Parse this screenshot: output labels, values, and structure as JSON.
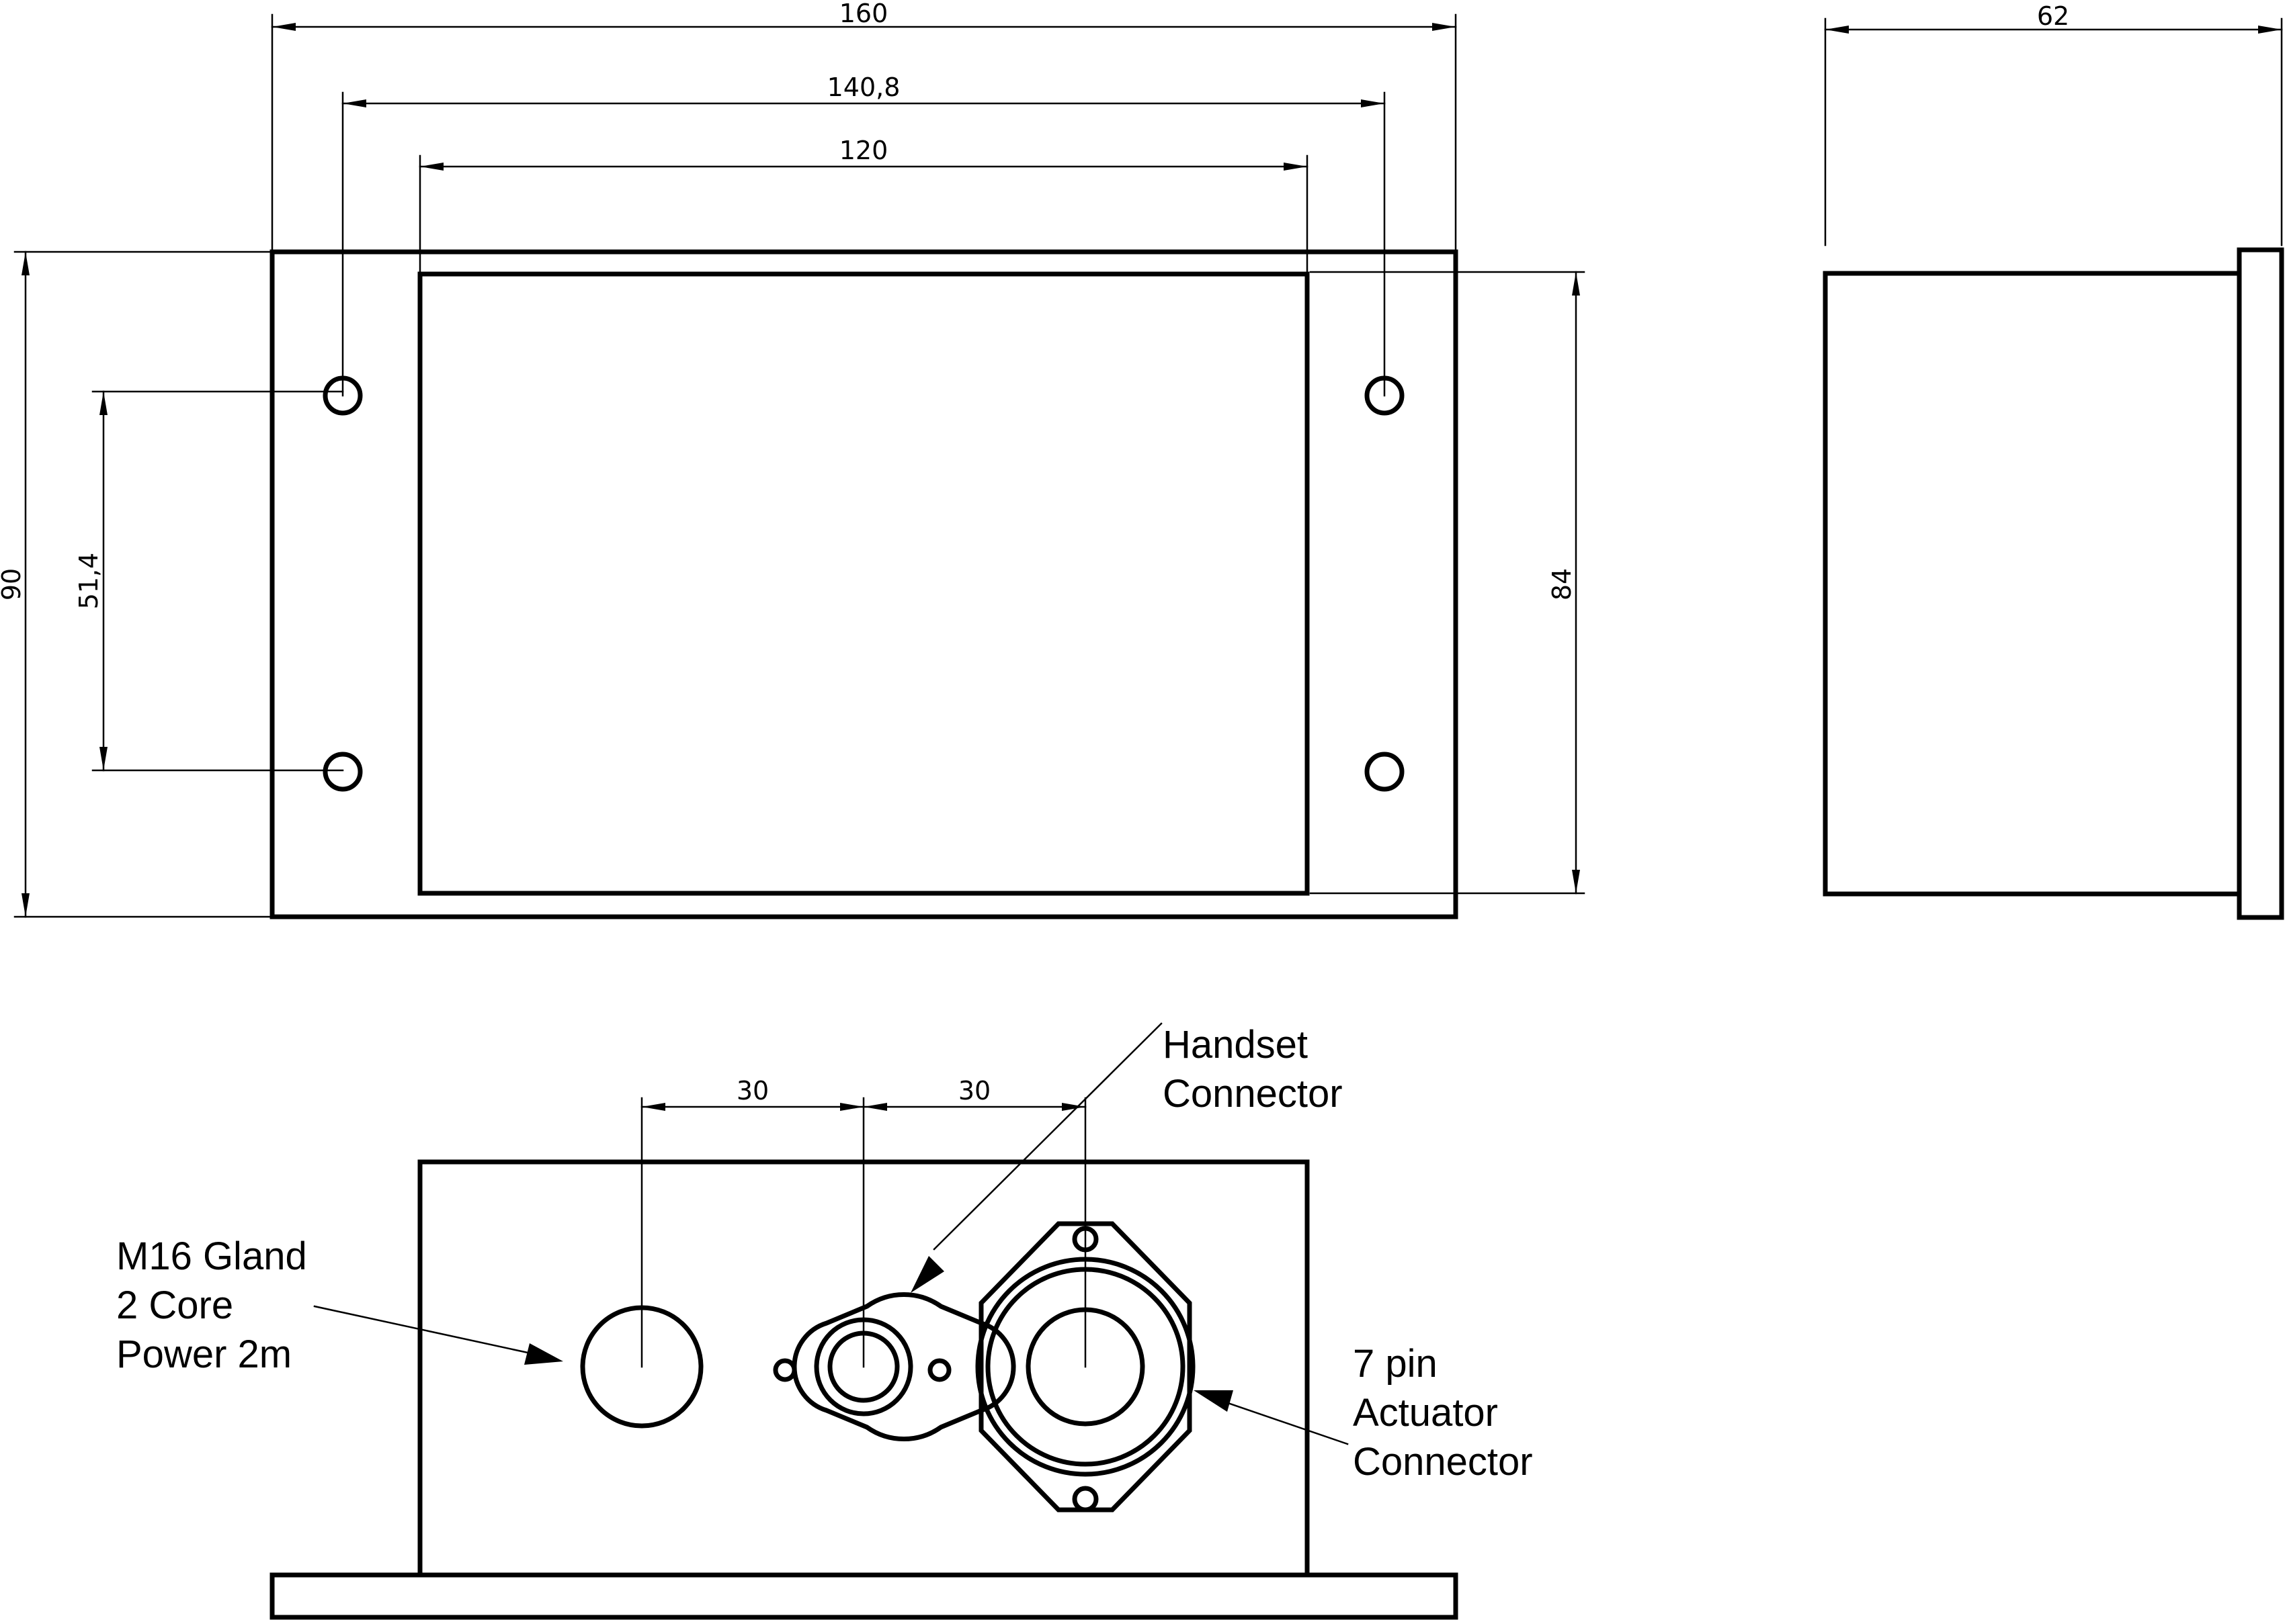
{
  "dimensions": {
    "overall_width": "160",
    "hole_spacing_x": "140,8",
    "inner_width": "120",
    "side_depth": "62",
    "overall_height": "90",
    "hole_spacing_y": "51,4",
    "inner_height": "84",
    "connector_spacing_left": "30",
    "connector_spacing_right": "30"
  },
  "labels": {
    "handset": [
      "Handset",
      "Connector"
    ],
    "gland": [
      "M16 Gland",
      "2 Core",
      "Power 2m"
    ],
    "actuator": [
      "7 pin",
      "Actuator",
      "Connector"
    ]
  }
}
